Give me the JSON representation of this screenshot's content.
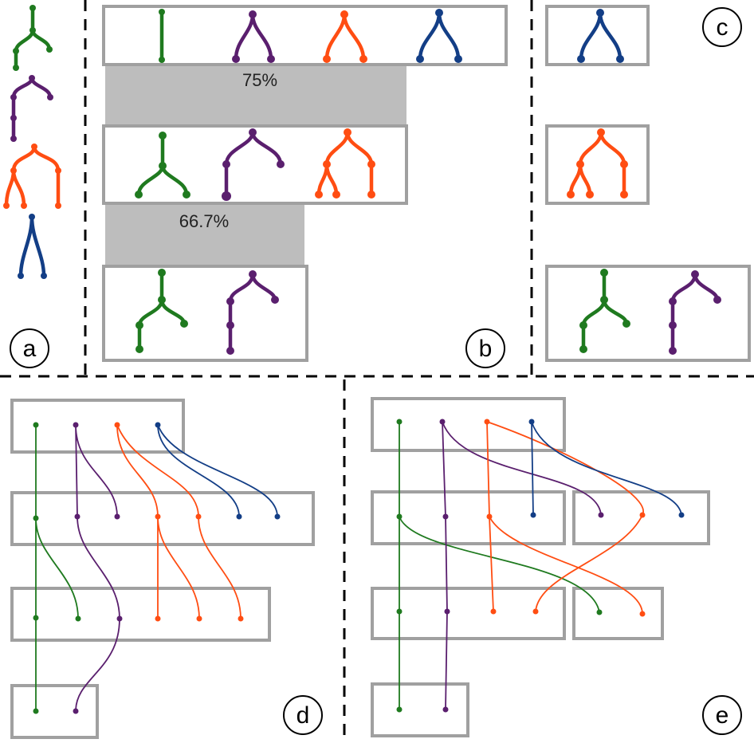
{
  "panels": {
    "a": {
      "label": "a"
    },
    "b": {
      "label": "b",
      "percentages": [
        "75%",
        "66.7%"
      ]
    },
    "c": {
      "label": "c"
    },
    "d": {
      "label": "d"
    },
    "e": {
      "label": "e"
    }
  },
  "colors": {
    "green": "#1f7a1f",
    "purple": "#5a1f6e",
    "orange": "#ff4d12",
    "blue": "#133e86",
    "box": "#a0a0a0",
    "band": "#bdbdbd"
  }
}
